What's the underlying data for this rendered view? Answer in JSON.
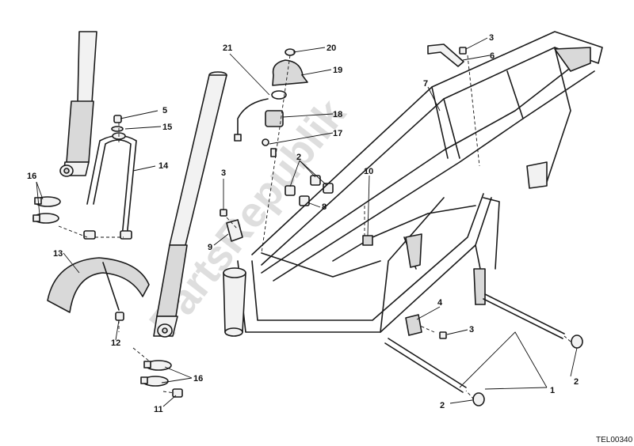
{
  "callouts": {
    "c1": "1",
    "c2a": "2",
    "c2b": "2",
    "c2c": "2",
    "c3a": "3",
    "c3b": "3",
    "c3c": "3",
    "c4": "4",
    "c5": "5",
    "c6": "6",
    "c7": "7",
    "c8": "8",
    "c9": "9",
    "c10": "10",
    "c11": "11",
    "c12": "12",
    "c13": "13",
    "c14": "14",
    "c15": "15",
    "c16a": "16",
    "c16b": "16",
    "c17": "17",
    "c18": "18",
    "c19": "19",
    "c20": "20",
    "c21": "21"
  },
  "drawing_code": "TEL00340",
  "watermark": "PartsRepublik"
}
